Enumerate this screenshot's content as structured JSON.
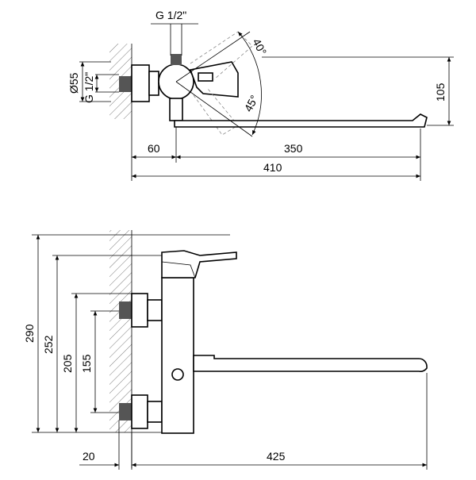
{
  "top_view": {
    "thread_top": "G 1/2\"",
    "angle_upper": "40°",
    "angle_lower": "45°",
    "left_diameter": "Ø55",
    "left_thread": "G 1/2\"",
    "height_105": "105",
    "width_60": "60",
    "width_350": "350",
    "width_410": "410"
  },
  "front_view": {
    "h290": "290",
    "h252": "252",
    "h205": "205",
    "h155": "155",
    "w20": "20",
    "w425": "425"
  }
}
